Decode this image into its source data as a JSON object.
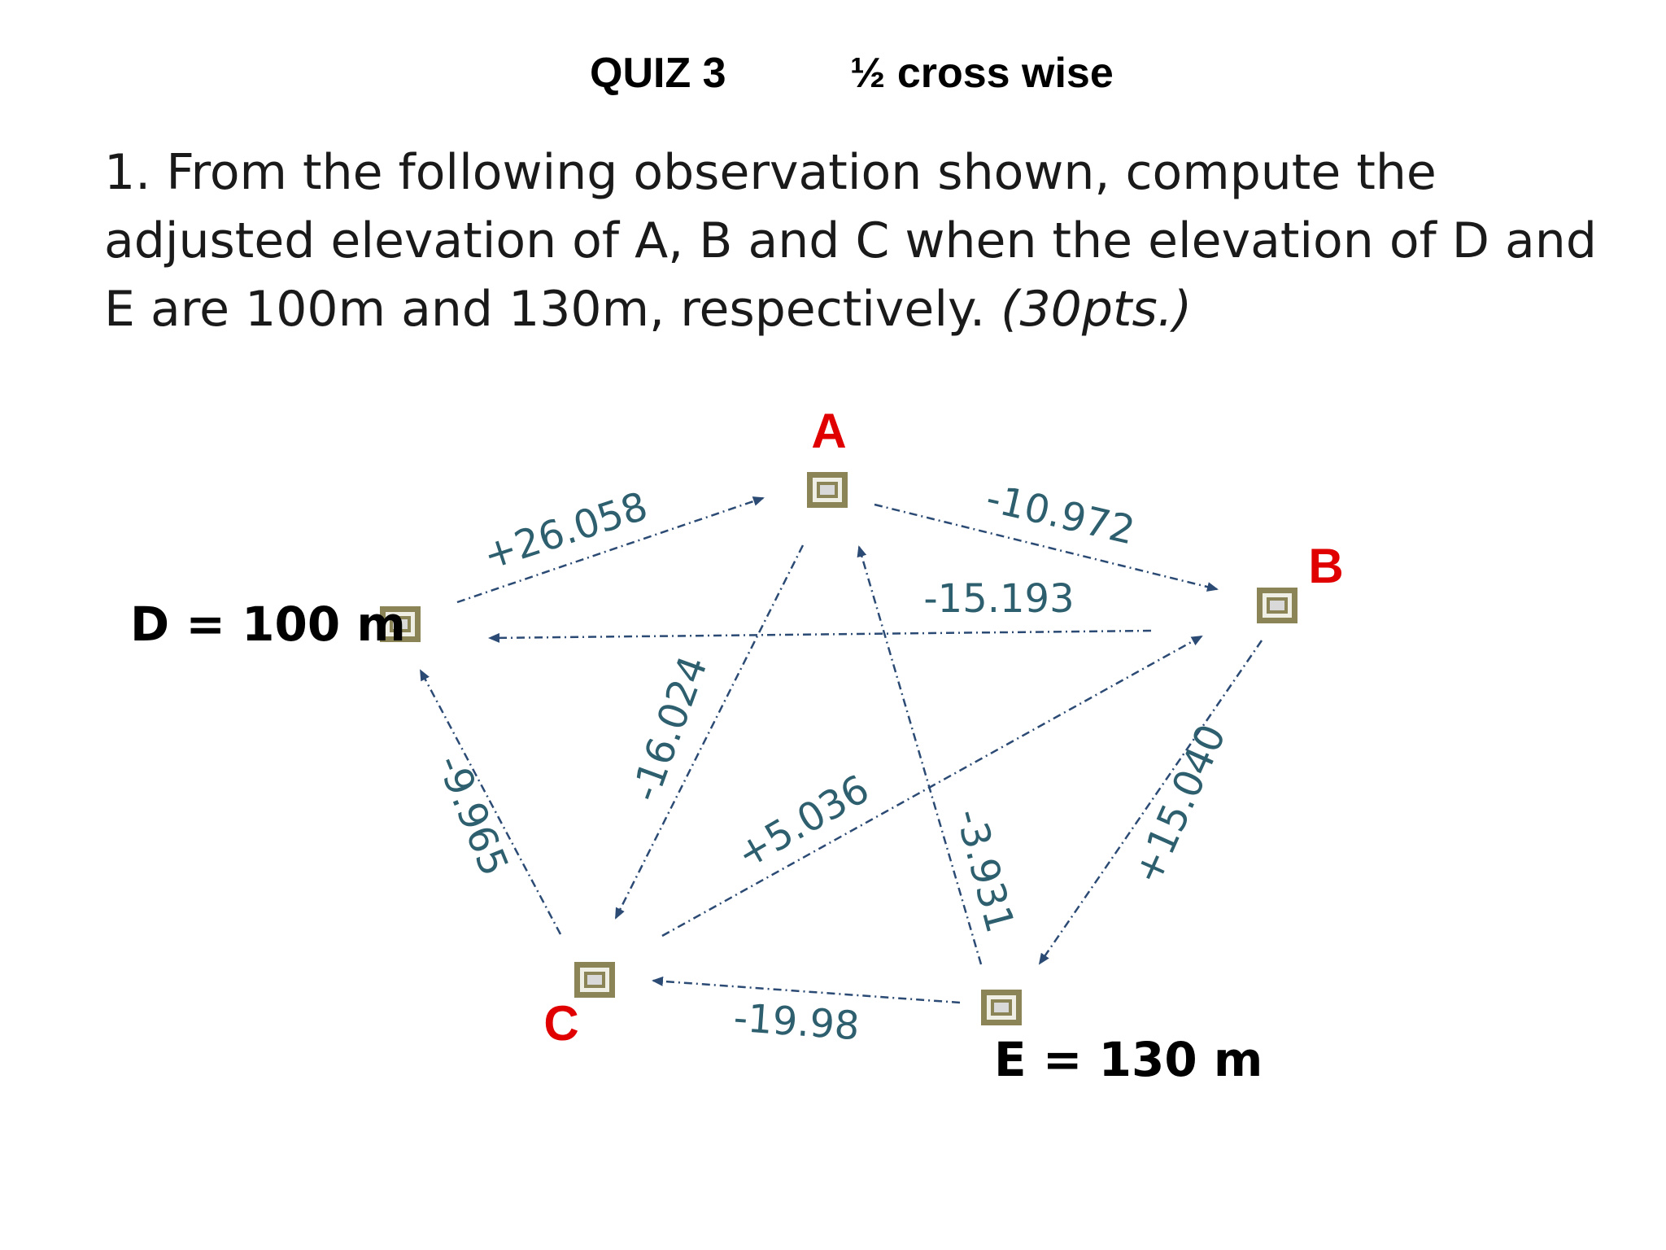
{
  "header": {
    "title": "QUIZ 3",
    "subtitle": "½ cross wise"
  },
  "question": {
    "text": "1. From the following observation shown, compute the adjusted elevation of A, B and C when the elevation of D and E are 100m and 130m, respectively. ",
    "points": "(30pts.)"
  },
  "stations": {
    "A": {
      "letter": "A"
    },
    "B": {
      "letter": "B"
    },
    "C": {
      "letter": "C"
    },
    "D": {
      "label": "D = 100 m"
    },
    "E": {
      "label": "E = 130 m"
    }
  },
  "observations": [
    {
      "id": "D-A",
      "from": "D",
      "to": "A",
      "value": "+26.058"
    },
    {
      "id": "A-B",
      "from": "A",
      "to": "B",
      "value": "-10.972"
    },
    {
      "id": "B-D",
      "from": "B",
      "to": "D",
      "value": "-15.193"
    },
    {
      "id": "A-C",
      "from": "A",
      "to": "C",
      "value": "-16.024"
    },
    {
      "id": "E-A",
      "from": "E",
      "to": "A",
      "value": "-3.931"
    },
    {
      "id": "C-B",
      "from": "C",
      "to": "B",
      "value": "+5.036"
    },
    {
      "id": "C-D",
      "from": "C",
      "to": "D",
      "value": "-9.965"
    },
    {
      "id": "B-E",
      "from": "B",
      "to": "E",
      "value": "+15.040"
    },
    {
      "id": "E-C",
      "from": "E",
      "to": "C",
      "value": "-19.98"
    }
  ],
  "colors": {
    "arrow": "#2b4a74",
    "observation_text": "#2e5f6e",
    "station_letter": "#e00000",
    "station_marker": "#8b8456"
  }
}
